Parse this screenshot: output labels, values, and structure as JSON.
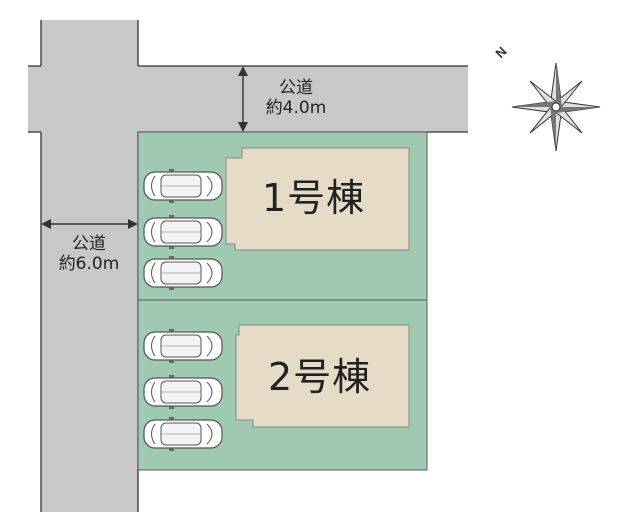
{
  "roads": {
    "north": {
      "name": "公道",
      "width_label": "約4.0m"
    },
    "west": {
      "name": "公道",
      "width_label": "約6.0m"
    }
  },
  "buildings": [
    {
      "label": "1号棟",
      "parking_spaces": 3
    },
    {
      "label": "2号棟",
      "parking_spaces": 3
    }
  ],
  "compass": {
    "icon": "compass-rose-icon",
    "north_label": "N"
  },
  "colors": {
    "road": "#c8c8c8",
    "road_edge": "#333333",
    "lot": "#9fcab1",
    "lot_edge": "#5a5a5a",
    "building": "#e6dbc6",
    "building_edge": "#888888",
    "car_body": "#ffffff",
    "car_edge": "#555555"
  }
}
